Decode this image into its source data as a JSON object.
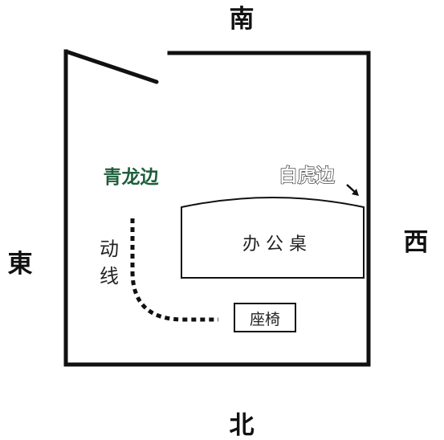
{
  "directions": {
    "south": "南",
    "north": "北",
    "east": "東",
    "west": "西"
  },
  "labels": {
    "qinglong": "青龙边",
    "baihu": "白虎边",
    "flow_line_top": "动",
    "flow_line_bottom": "线",
    "desk": "办 公 桌",
    "chair": "座椅"
  },
  "colors": {
    "qinglong": "#1d5e3a",
    "baihu": "#ffffff",
    "baihu_outline": "#1a1a1a",
    "lines": "#111111"
  },
  "icons": {
    "baihu_pointer": "arrow-icon"
  }
}
